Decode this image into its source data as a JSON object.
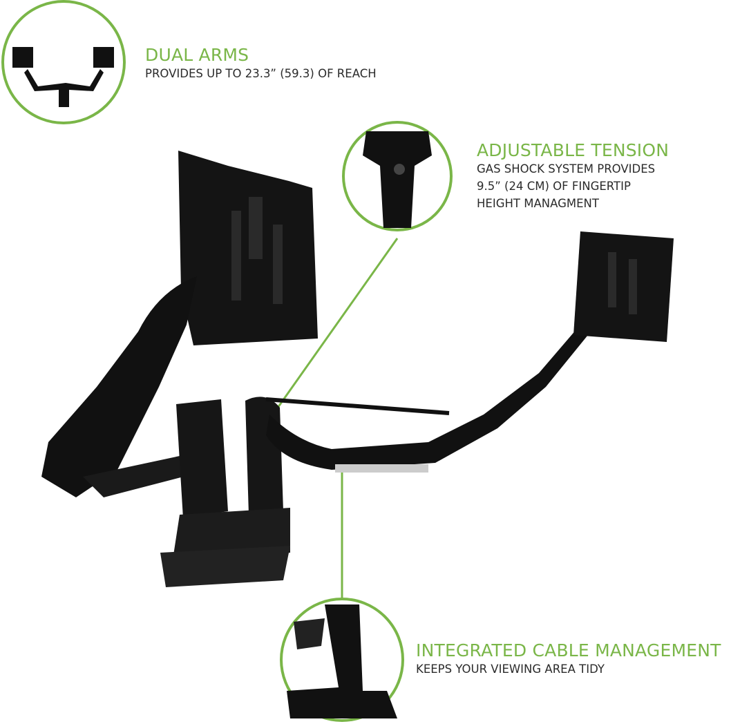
{
  "accent_color": "#7ab648",
  "callouts": [
    {
      "title": "DUAL ARMS",
      "lines": [
        "PROVIDES UP TO 23.3” (59.3) OF REACH"
      ],
      "icon": "dual-arm-thumbnail"
    },
    {
      "title": "ADJUSTABLE TENSION",
      "lines": [
        "GAS SHOCK SYSTEM PROVIDES",
        "9.5” (24 CM) OF FINGERTIP",
        "HEIGHT MANAGMENT"
      ],
      "icon": "gas-shock-closeup"
    },
    {
      "title": "INTEGRATED CABLE MANAGEMENT",
      "lines": [
        "KEEPS YOUR VIEWING AREA TIDY"
      ],
      "icon": "cable-management-closeup"
    }
  ]
}
